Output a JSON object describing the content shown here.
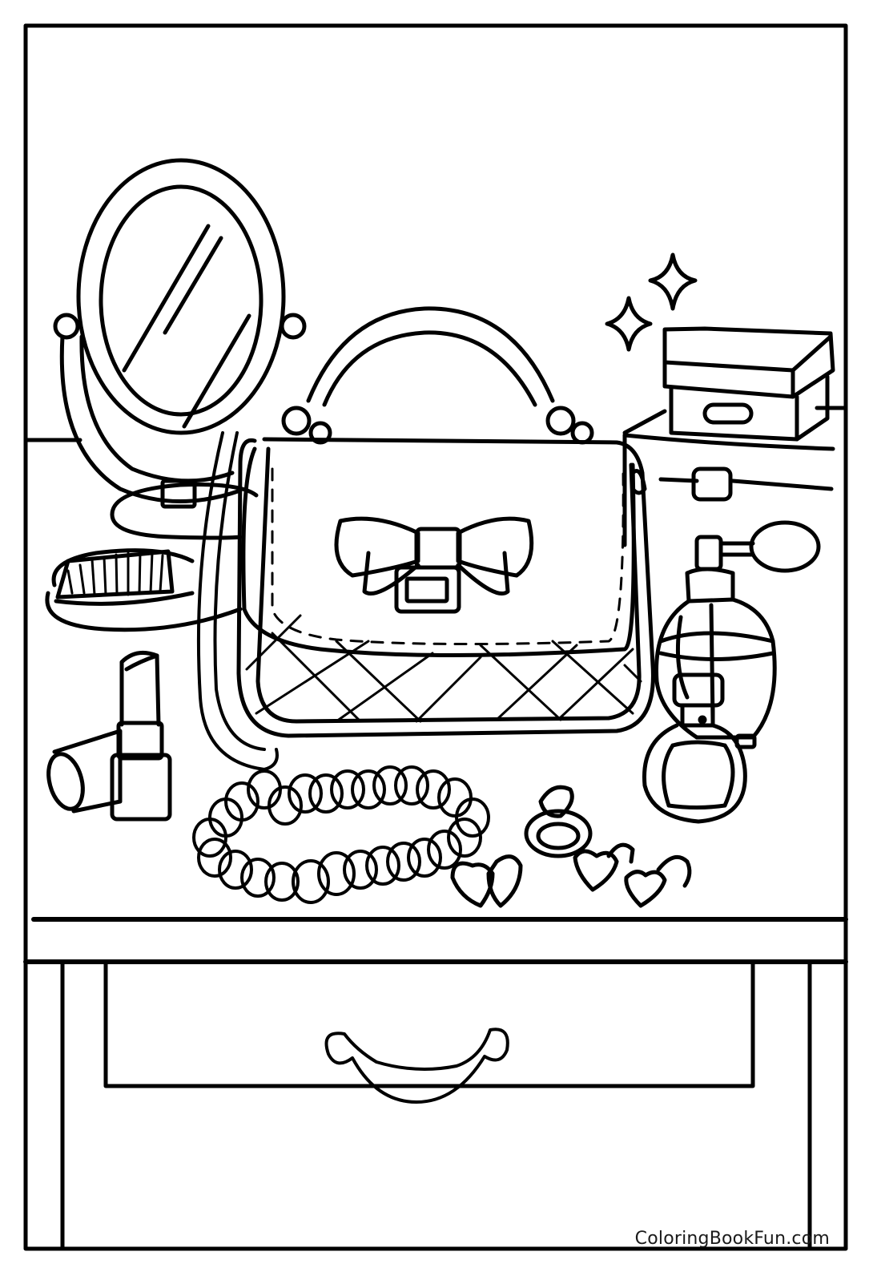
{
  "page": {
    "type": "coloring-page",
    "subject": "Vanity table with handbag and accessories",
    "line_color": "#000000",
    "background_color": "#ffffff"
  },
  "credit": {
    "text": "ColoringBookFun.com"
  },
  "items": [
    {
      "name": "oval-mirror",
      "label": "Oval standing mirror"
    },
    {
      "name": "hairbrush",
      "label": "Hairbrush"
    },
    {
      "name": "lipstick",
      "label": "Lipstick with cap"
    },
    {
      "name": "handbag",
      "label": "Quilted handbag with bow"
    },
    {
      "name": "chain-strap",
      "label": "Chain strap"
    },
    {
      "name": "gift-box",
      "label": "Box with lid"
    },
    {
      "name": "jewelry-box",
      "label": "Drawer box"
    },
    {
      "name": "sparkles",
      "label": "Sparkles"
    },
    {
      "name": "perfume-atomizer",
      "label": "Perfume atomizer bottle"
    },
    {
      "name": "perfume-bottle",
      "label": "Round perfume bottle"
    },
    {
      "name": "pearl-necklace",
      "label": "Pearl necklace"
    },
    {
      "name": "ring",
      "label": "Gem ring"
    },
    {
      "name": "heart-earrings-stud",
      "label": "Heart stud earrings"
    },
    {
      "name": "heart-earrings-drop",
      "label": "Heart drop earrings"
    },
    {
      "name": "table-drawer",
      "label": "Table drawer with handle"
    }
  ]
}
